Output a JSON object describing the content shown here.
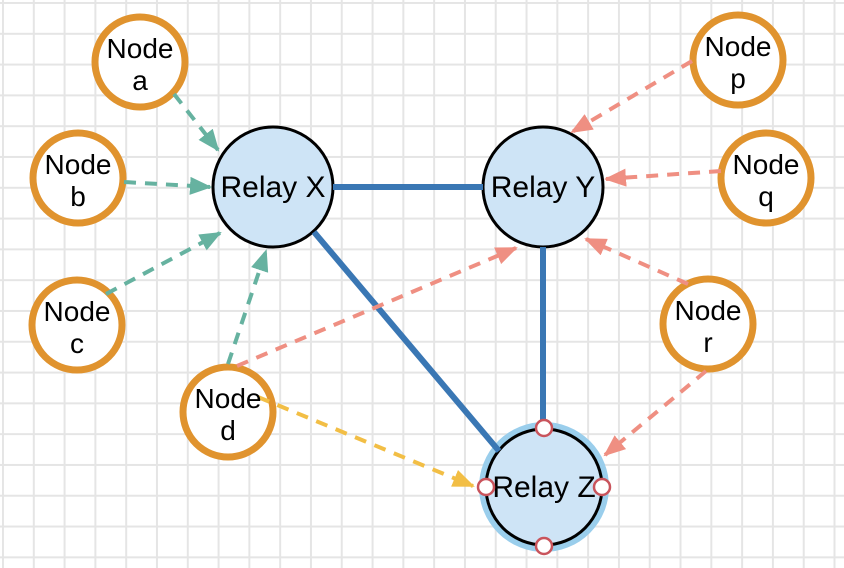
{
  "diagram": {
    "type": "network-relay-diagram",
    "grid": "on"
  },
  "colors": {
    "relay_fill": "#cee4f6",
    "relay_border": "#000000",
    "relay_link_blue": "#3a77b4",
    "node_fill": "#ffffff",
    "node_border_orange": "#e0932e",
    "publisher_green": "#66b2a0",
    "subscriber_salmon": "#ef8f82",
    "special_yellow": "#f2be45",
    "selection_halo_blue": "#9aceec",
    "handle_ring_red": "#c9545c",
    "handle_fill": "#ffffff",
    "grid_line": "#e5e5e5",
    "label_text": "#000000"
  },
  "relays": [
    {
      "label": "Relay X"
    },
    {
      "label": "Relay Y"
    },
    {
      "label": "Relay Z",
      "selected": true
    }
  ],
  "nodes": [
    {
      "line1": "Node",
      "line2": "a"
    },
    {
      "line1": "Node",
      "line2": "b"
    },
    {
      "line1": "Node",
      "line2": "c"
    },
    {
      "line1": "Node",
      "line2": "d"
    },
    {
      "line1": "Node",
      "line2": "p"
    },
    {
      "line1": "Node",
      "line2": "q"
    },
    {
      "line1": "Node",
      "line2": "r"
    }
  ],
  "connections": {
    "relay_links_solid_blue": [
      {
        "from": "Relay X",
        "to": "Relay Y"
      },
      {
        "from": "Relay X",
        "to": "Relay Z"
      },
      {
        "from": "Relay Y",
        "to": "Relay Z"
      }
    ],
    "dashed_arrows": [
      {
        "from": "Node a",
        "to": "Relay X",
        "color": "green"
      },
      {
        "from": "Node b",
        "to": "Relay X",
        "color": "green"
      },
      {
        "from": "Node c",
        "to": "Relay X",
        "color": "green"
      },
      {
        "from": "Node d",
        "to": "Relay X",
        "color": "green"
      },
      {
        "from": "Node d",
        "to": "Relay Y",
        "color": "salmon"
      },
      {
        "from": "Node d",
        "to": "Relay Z",
        "color": "yellow"
      },
      {
        "from": "Node p",
        "to": "Relay Y",
        "color": "salmon"
      },
      {
        "from": "Node q",
        "to": "Relay Y",
        "color": "salmon"
      },
      {
        "from": "Node r",
        "to": "Relay Y",
        "color": "salmon"
      },
      {
        "from": "Node r",
        "to": "Relay Z",
        "color": "salmon"
      }
    ],
    "relay_z_connection_handles": [
      "top",
      "right",
      "bottom",
      "left"
    ]
  }
}
